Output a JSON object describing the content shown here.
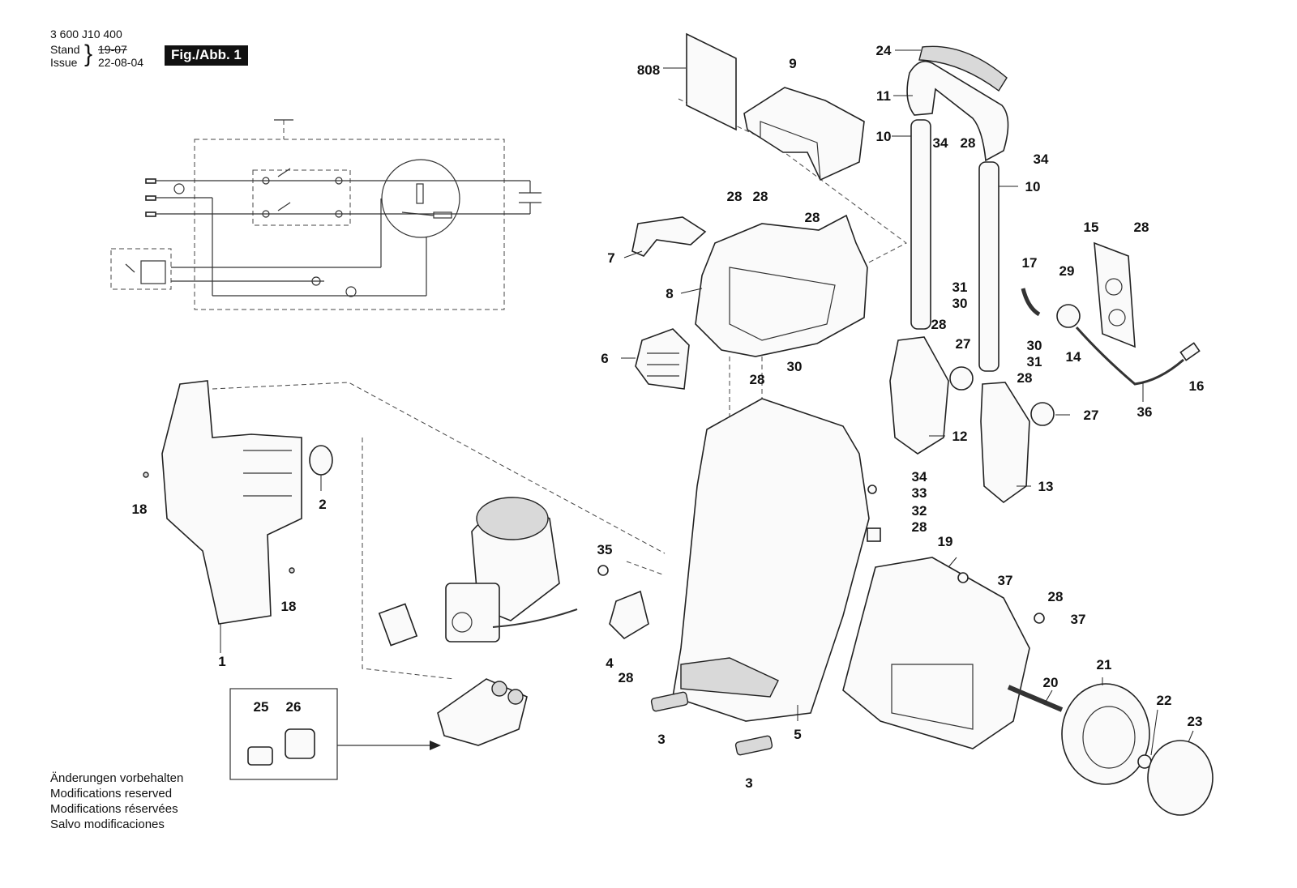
{
  "header": {
    "part_number": "3 600 J10 400",
    "stand_label": "Stand",
    "issue_label": "Issue",
    "stand_value": "19-07",
    "issue_value": "22-08-04",
    "figure_badge": "Fig./Abb. 1"
  },
  "notes": [
    "Änderungen vorbehalten",
    "Modifications reserved",
    "Modifications réservées",
    "Salvo modificaciones"
  ],
  "callouts": [
    "808",
    "9",
    "24",
    "11",
    "28",
    "34",
    "10",
    "34",
    "10",
    "28",
    "28",
    "28",
    "7",
    "8",
    "15",
    "28",
    "17",
    "29",
    "31",
    "30",
    "28",
    "27",
    "30",
    "31",
    "14",
    "16",
    "6",
    "28",
    "30",
    "28",
    "12",
    "27",
    "13",
    "36",
    "18",
    "2",
    "34",
    "33",
    "32",
    "28",
    "19",
    "35",
    "37",
    "28",
    "37",
    "18",
    "1",
    "4",
    "28",
    "20",
    "21",
    "22",
    "23",
    "25",
    "26",
    "3",
    "5",
    "3"
  ]
}
